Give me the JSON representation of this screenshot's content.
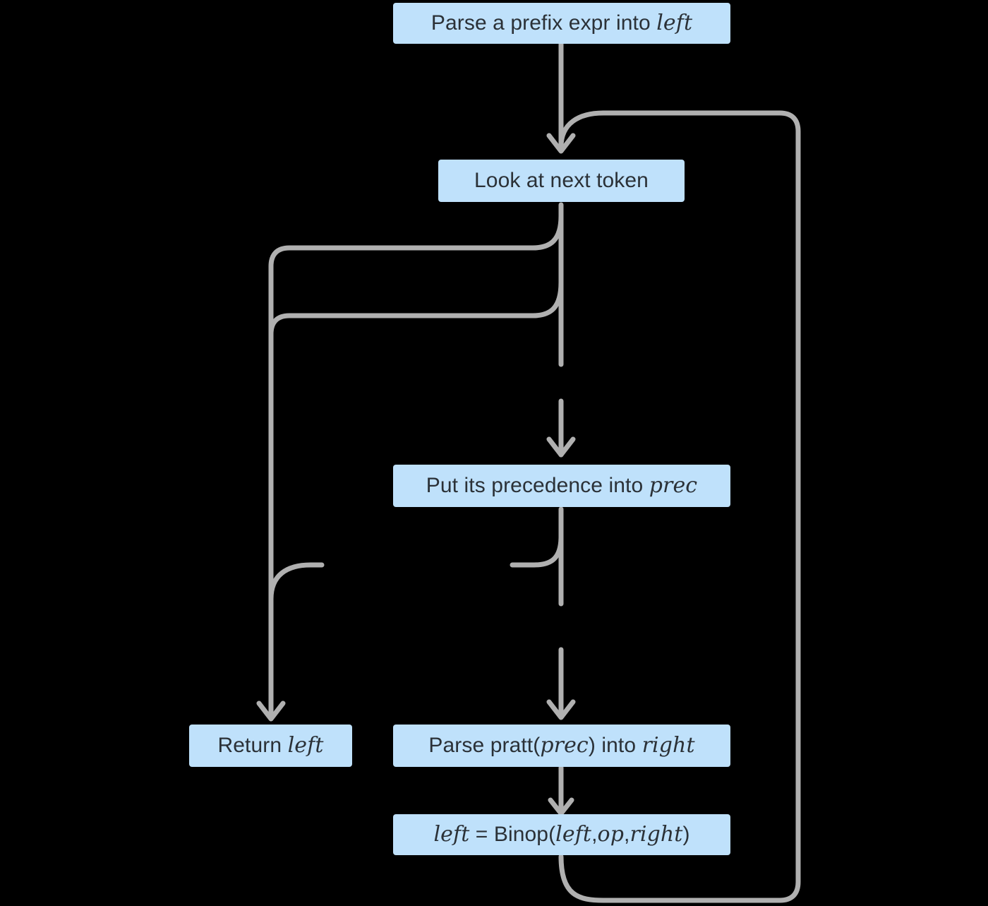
{
  "diagram": {
    "title": "Pratt parser loop flowchart",
    "background_color": "#000000",
    "node_fill_color": "#bfe1fb",
    "node_text_color": "#2b3137",
    "edge_color": "#b0b0b0",
    "nodes": [
      {
        "id": "parse-prefix",
        "text_plain": "Parse a prefix expr into left",
        "parts": [
          {
            "t": "Parse a prefix expr into ",
            "italic": false
          },
          {
            "t": "left",
            "italic": true
          }
        ]
      },
      {
        "id": "look-next-token",
        "text_plain": "Look at next token",
        "parts": [
          {
            "t": "Look at next token",
            "italic": false
          }
        ]
      },
      {
        "id": "put-precedence",
        "text_plain": "Put its precedence into prec",
        "parts": [
          {
            "t": "Put its precedence into ",
            "italic": false
          },
          {
            "t": "prec",
            "italic": true
          }
        ]
      },
      {
        "id": "return-left",
        "text_plain": "Return left",
        "parts": [
          {
            "t": "Return ",
            "italic": false
          },
          {
            "t": "left",
            "italic": true
          }
        ]
      },
      {
        "id": "parse-pratt",
        "text_plain": "Parse pratt(prec) into right",
        "parts": [
          {
            "t": "Parse pratt(",
            "italic": false
          },
          {
            "t": "prec",
            "italic": true
          },
          {
            "t": ") into ",
            "italic": false
          },
          {
            "t": "right",
            "italic": true
          }
        ]
      },
      {
        "id": "assign-binop",
        "text_plain": "left = Binop(left,op,right)",
        "parts": [
          {
            "t": "left",
            "italic": true
          },
          {
            "t": " = Binop(",
            "italic": false
          },
          {
            "t": "left",
            "italic": true
          },
          {
            "t": ",",
            "italic": false
          },
          {
            "t": "op",
            "italic": true
          },
          {
            "t": ",",
            "italic": false
          },
          {
            "t": "right",
            "italic": true
          },
          {
            "t": ")",
            "italic": false
          }
        ]
      }
    ],
    "edges": [
      {
        "id": "e-prefix-to-look",
        "from": "parse-prefix",
        "to": "look-next-token",
        "arrow": true
      },
      {
        "id": "e-look-branch-a",
        "from": "look-next-token",
        "to": "return-left",
        "arrow": true
      },
      {
        "id": "e-look-branch-b",
        "from": "look-next-token",
        "to": "return-left",
        "arrow": true
      },
      {
        "id": "e-look-to-prec",
        "from": "look-next-token",
        "to": "put-precedence",
        "arrow": true
      },
      {
        "id": "e-prec-branch",
        "from": "put-precedence",
        "to": "return-left",
        "arrow": true
      },
      {
        "id": "e-prec-to-pratt",
        "from": "put-precedence",
        "to": "parse-pratt",
        "arrow": true
      },
      {
        "id": "e-pratt-to-binop",
        "from": "parse-pratt",
        "to": "assign-binop",
        "arrow": true
      },
      {
        "id": "e-binop-loopback",
        "from": "assign-binop",
        "to": "look-next-token",
        "arrow": true
      }
    ]
  }
}
